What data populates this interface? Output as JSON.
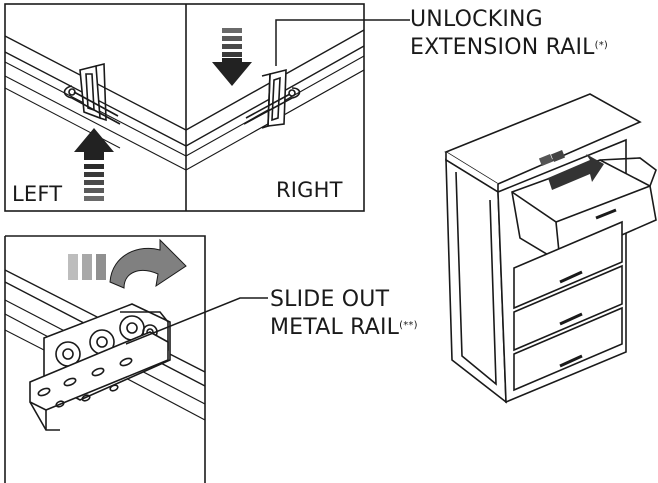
{
  "labels": {
    "unlocking_line1": "UNLOCKING",
    "unlocking_line2": "EXTENSION RAIL",
    "unlocking_note": "(*)",
    "slide_line1": "SLIDE OUT",
    "slide_line2": "METAL RAIL",
    "slide_note": "(**)",
    "left": "LEFT",
    "right": "RIGHT"
  },
  "colors": {
    "line": "#1a1a1a",
    "arrow_dark": "#333333",
    "arrow_mid": "#8a8a8a",
    "arrow_light": "#bdbdbd"
  }
}
